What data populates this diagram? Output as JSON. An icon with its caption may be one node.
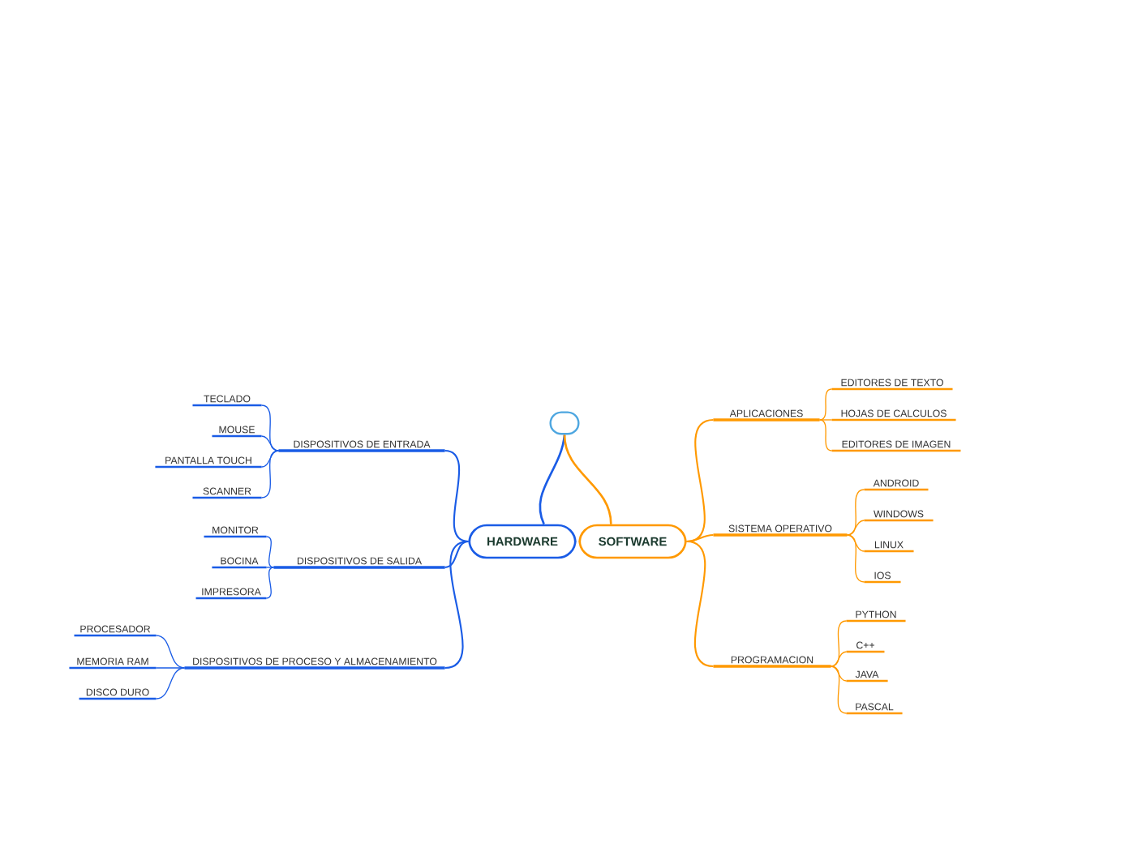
{
  "diagram": {
    "nodes": [
      {
        "text": [
          "HARDWARE"
        ]
      },
      {
        "text": [
          "SOFTWARE"
        ]
      },
      {
        "text": [],
        "shape": "box"
      },
      {
        "text": [
          "DISPOSITIVOS DE ENTRADA"
        ]
      },
      {
        "text": [
          "TECLADO"
        ]
      },
      {
        "text": [
          "MOUSE"
        ]
      },
      {
        "text": [
          "PANTALLA TOUCH"
        ]
      },
      {
        "text": [
          "SCANNER"
        ]
      },
      {
        "text": [
          "DISPOSITIVOS DE SALIDA"
        ]
      },
      {
        "text": [
          "MONITOR"
        ]
      },
      {
        "text": [
          "BOCINA"
        ]
      },
      {
        "text": [
          "IMPRESORA"
        ]
      },
      {
        "text": [
          "DISPOSITIVOS DE PROCESO Y ALMACENAMIENTO"
        ]
      },
      {
        "text": [
          "PROCESADOR"
        ]
      },
      {
        "text": [
          "MEMORIA RAM"
        ]
      },
      {
        "text": [
          "DISCO DURO"
        ]
      },
      {
        "text": [
          "APLICACIONES"
        ]
      },
      {
        "text": [
          "EDITORES DE TEXTO"
        ]
      },
      {
        "text": [
          "HOJAS DE CALCULOS"
        ]
      },
      {
        "text": [
          "EDITORES DE IMAGEN"
        ]
      },
      {
        "text": [
          "SISTEMA OPERATIVO"
        ]
      },
      {
        "text": [
          "ANDROID"
        ]
      },
      {
        "text": [
          "WINDOWS"
        ]
      },
      {
        "text": [
          "LINUX"
        ]
      },
      {
        "text": [
          "IOS"
        ]
      },
      {
        "text": [
          "PROGRAMACION"
        ]
      },
      {
        "text": [
          "PYTHON"
        ]
      },
      {
        "text": [
          "C++"
        ]
      },
      {
        "text": [
          "JAVA"
        ]
      },
      {
        "text": [
          "PASCAL"
        ]
      }
    ],
    "edges": [
      {
        "from": 2,
        "to": 0,
        "arrow": "none",
        "color": "#1a5ce6"
      },
      {
        "from": 2,
        "to": 1,
        "arrow": "none",
        "color": "#ff9900"
      },
      {
        "from": 0,
        "to": 3,
        "arrow": "none",
        "color": "#1a5ce6"
      },
      {
        "from": 0,
        "to": 8,
        "arrow": "none",
        "color": "#1a5ce6"
      },
      {
        "from": 0,
        "to": 12,
        "arrow": "none",
        "color": "#1a5ce6"
      },
      {
        "from": 3,
        "to": 4,
        "arrow": "none",
        "color": "#1a5ce6"
      },
      {
        "from": 3,
        "to": 5,
        "arrow": "none",
        "color": "#1a5ce6"
      },
      {
        "from": 3,
        "to": 6,
        "arrow": "none",
        "color": "#1a5ce6"
      },
      {
        "from": 3,
        "to": 7,
        "arrow": "none",
        "color": "#1a5ce6"
      },
      {
        "from": 8,
        "to": 9,
        "arrow": "none",
        "color": "#1a5ce6"
      },
      {
        "from": 8,
        "to": 10,
        "arrow": "none",
        "color": "#1a5ce6"
      },
      {
        "from": 8,
        "to": 11,
        "arrow": "none",
        "color": "#1a5ce6"
      },
      {
        "from": 12,
        "to": 13,
        "arrow": "none",
        "color": "#1a5ce6"
      },
      {
        "from": 12,
        "to": 14,
        "arrow": "none",
        "color": "#1a5ce6"
      },
      {
        "from": 12,
        "to": 15,
        "arrow": "none",
        "color": "#1a5ce6"
      },
      {
        "from": 1,
        "to": 16,
        "arrow": "none",
        "color": "#ff9900"
      },
      {
        "from": 1,
        "to": 20,
        "arrow": "none",
        "color": "#ff9900"
      },
      {
        "from": 1,
        "to": 25,
        "arrow": "none",
        "color": "#ff9900"
      },
      {
        "from": 16,
        "to": 17,
        "arrow": "none",
        "color": "#ff9900"
      },
      {
        "from": 16,
        "to": 18,
        "arrow": "none",
        "color": "#ff9900"
      },
      {
        "from": 16,
        "to": 19,
        "arrow": "none",
        "color": "#ff9900"
      },
      {
        "from": 20,
        "to": 21,
        "arrow": "none",
        "color": "#ff9900"
      },
      {
        "from": 20,
        "to": 22,
        "arrow": "none",
        "color": "#ff9900"
      },
      {
        "from": 20,
        "to": 23,
        "arrow": "none",
        "color": "#ff9900"
      },
      {
        "from": 20,
        "to": 24,
        "arrow": "none",
        "color": "#ff9900"
      },
      {
        "from": 25,
        "to": 26,
        "arrow": "none",
        "color": "#ff9900"
      },
      {
        "from": 25,
        "to": 27,
        "arrow": "none",
        "color": "#ff9900"
      },
      {
        "from": 25,
        "to": 28,
        "arrow": "none",
        "color": "#ff9900"
      },
      {
        "from": 25,
        "to": 29,
        "arrow": "none",
        "color": "#ff9900"
      }
    ]
  }
}
